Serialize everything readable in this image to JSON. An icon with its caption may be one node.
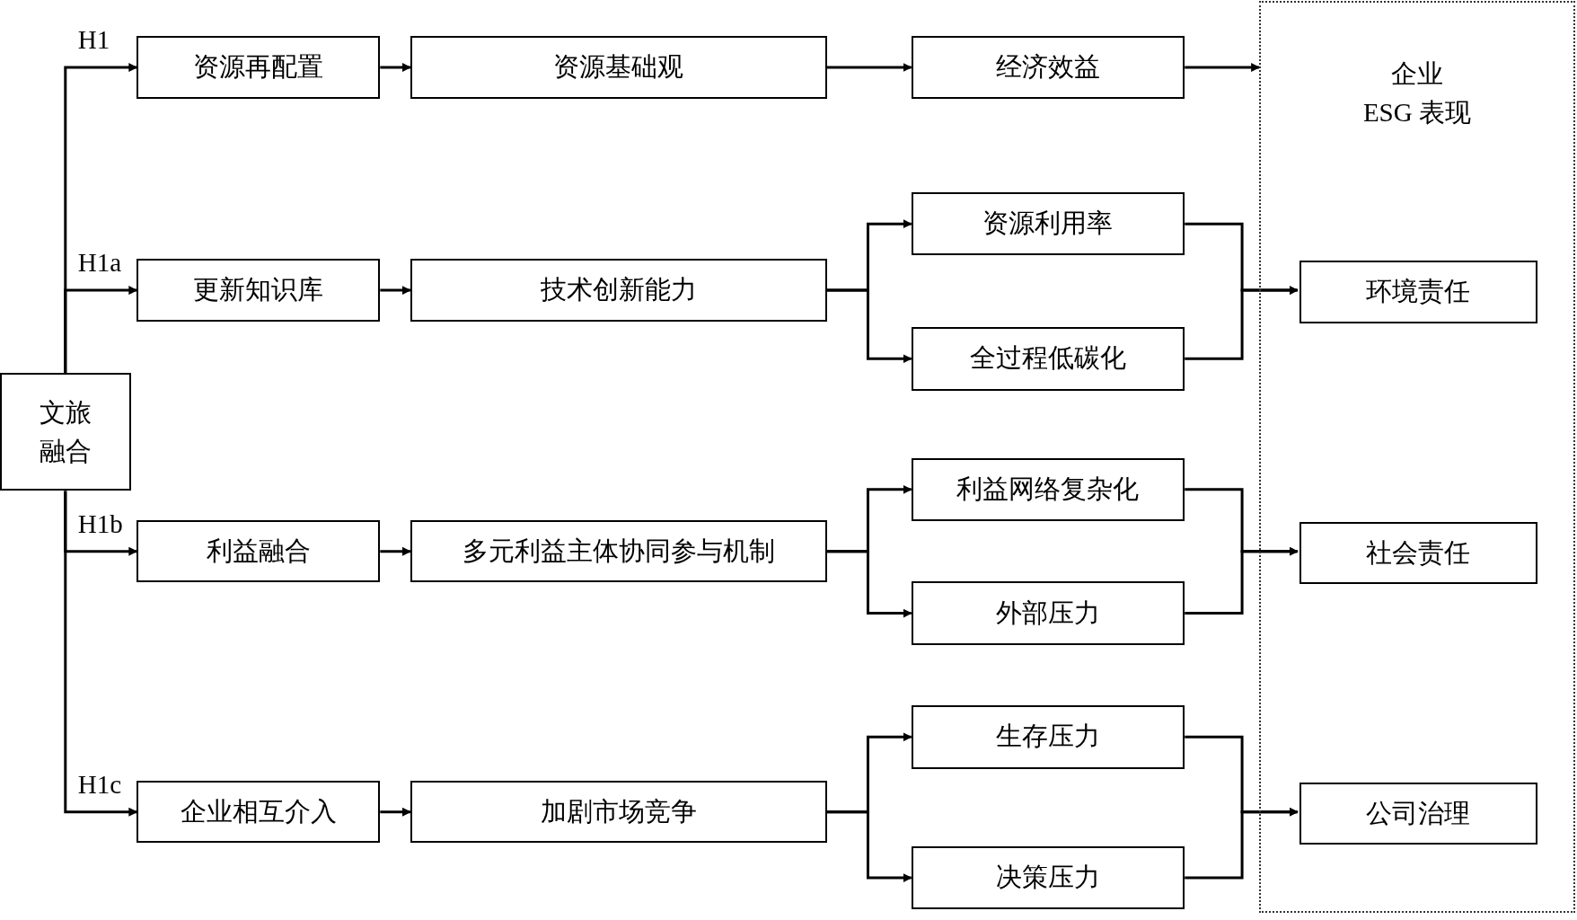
{
  "diagram": {
    "nodes": [
      {
        "text": [
          "文旅融合"
        ]
      },
      {
        "text": [
          "资源再配置"
        ]
      },
      {
        "text": [
          "资源基础观"
        ]
      },
      {
        "text": [
          "经济效益"
        ]
      },
      {
        "text": [
          "企业 ESG 表现"
        ]
      },
      {
        "text": [
          "更新知识库"
        ]
      },
      {
        "text": [
          "技术创新能力"
        ]
      },
      {
        "text": [
          "资源利用率"
        ]
      },
      {
        "text": [
          "全过程低碳化"
        ]
      },
      {
        "text": [
          "环境责任"
        ],
        "in": 4
      },
      {
        "text": [
          "利益融合"
        ]
      },
      {
        "text": [
          "多元利益主体协同参与机制"
        ]
      },
      {
        "text": [
          "利益网络复杂化"
        ]
      },
      {
        "text": [
          "外部压力"
        ]
      },
      {
        "text": [
          "社会责任"
        ],
        "in": 4
      },
      {
        "text": [
          "企业相互介入"
        ]
      },
      {
        "text": [
          "加剧市场竞争"
        ]
      },
      {
        "text": [
          "生存压力"
        ]
      },
      {
        "text": [
          "决策压力"
        ]
      },
      {
        "text": [
          "公司治理"
        ],
        "in": 4
      }
    ],
    "edges": [
      {
        "from": 0,
        "to": 1,
        "arrow": "to",
        "label": "H1"
      },
      {
        "from": 0,
        "to": 5,
        "arrow": "to",
        "label": "H1a"
      },
      {
        "from": 0,
        "to": 10,
        "arrow": "to",
        "label": "H1b"
      },
      {
        "from": 0,
        "to": 15,
        "arrow": "to",
        "label": "H1c"
      },
      {
        "from": 1,
        "to": 2,
        "arrow": "to"
      },
      {
        "from": 2,
        "to": 3,
        "arrow": "to"
      },
      {
        "from": 3,
        "to": 4,
        "arrow": "to"
      },
      {
        "from": 5,
        "to": 6,
        "arrow": "to"
      },
      {
        "from": 6,
        "to": 7,
        "arrow": "to"
      },
      {
        "from": 6,
        "to": 8,
        "arrow": "to"
      },
      {
        "from": 7,
        "to": 9,
        "arrow": "to"
      },
      {
        "from": 8,
        "to": 9,
        "arrow": "to"
      },
      {
        "from": 10,
        "to": 11,
        "arrow": "to"
      },
      {
        "from": 11,
        "to": 12,
        "arrow": "to"
      },
      {
        "from": 11,
        "to": 13,
        "arrow": "to"
      },
      {
        "from": 12,
        "to": 14,
        "arrow": "to"
      },
      {
        "from": 13,
        "to": 14,
        "arrow": "to"
      },
      {
        "from": 15,
        "to": 16,
        "arrow": "to"
      },
      {
        "from": 16,
        "to": 17,
        "arrow": "to"
      },
      {
        "from": 16,
        "to": 18,
        "arrow": "to"
      },
      {
        "from": 17,
        "to": 19,
        "arrow": "to"
      },
      {
        "from": 18,
        "to": 19,
        "arrow": "to"
      }
    ]
  }
}
